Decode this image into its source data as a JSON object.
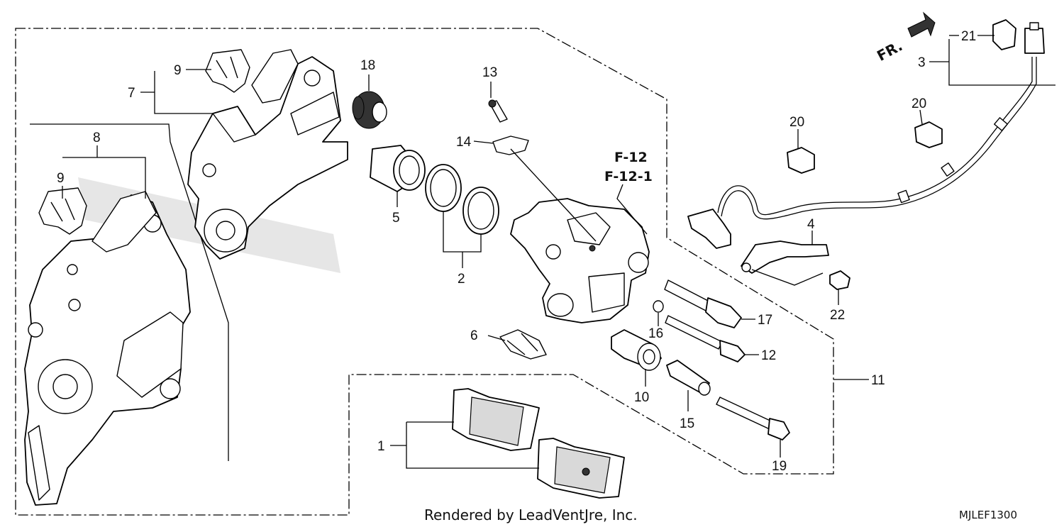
{
  "diagram": {
    "orientation_label": "FR.",
    "reference_codes": [
      "F-12",
      "F-12-1"
    ],
    "credit": "Rendered by LeadVentJre, Inc.",
    "diagram_code": "MJLEF1300",
    "callouts": {
      "c1": "1",
      "c2": "2",
      "c3": "3",
      "c4": "4",
      "c5": "5",
      "c6": "6",
      "c7": "7",
      "c8": "8",
      "c9a": "9",
      "c9b": "9",
      "c10": "10",
      "c11": "11",
      "c12": "12",
      "c13": "13",
      "c14": "14",
      "c15": "15",
      "c16": "16",
      "c17": "17",
      "c18": "18",
      "c19": "19",
      "c20a": "20",
      "c20b": "20",
      "c21": "21",
      "c22": "22"
    }
  }
}
